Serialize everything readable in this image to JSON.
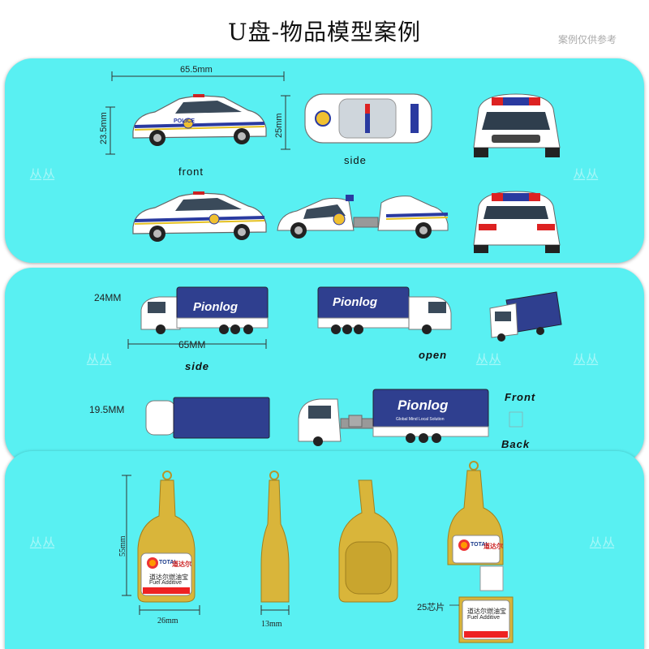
{
  "header": {
    "title": "U盘-物品模型案例",
    "note": "案例仅供参考"
  },
  "watermark": "丛丛",
  "cars": {
    "width_dim": "65.5mm",
    "height_dim": "23.5mm",
    "side_height_dim": "25mm",
    "label_front": "front",
    "label_side": "side",
    "police_text": "POLICE"
  },
  "trucks": {
    "height_dim": "24MM",
    "width_dim": "65MM",
    "height2_dim": "19.5MM",
    "label_side": "side",
    "label_open": "open",
    "label_front": "Front",
    "label_back": "Back",
    "brand": "Pionlog",
    "slogan": "Global Mind Local Solution"
  },
  "bottles": {
    "height_dim": "55mm",
    "width_dim": "26mm",
    "depth_dim": "13mm",
    "chip_label": "25芯片",
    "brand": "TOTAL",
    "brand_cn": "道达尔",
    "product_cn": "道达尔燃油宝",
    "product_en": "Fuel Additive"
  },
  "colors": {
    "panel_bg": "#59f0f2",
    "truck_blue": "#2f3f8f",
    "bottle_gold": "#d9b53a",
    "police_blue": "#2a3aa0"
  }
}
